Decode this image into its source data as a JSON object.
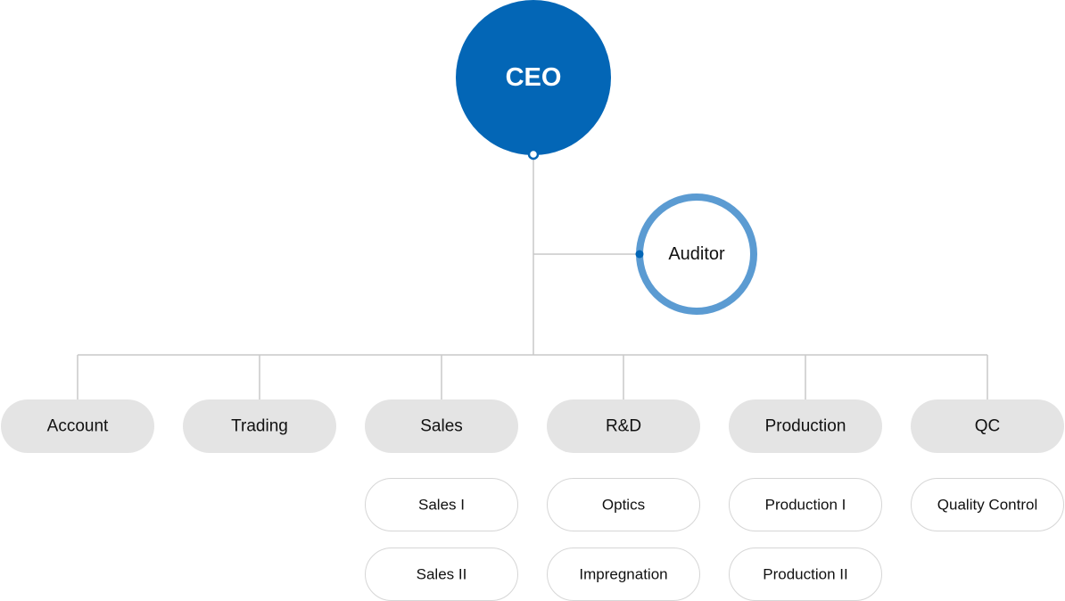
{
  "ceo": {
    "label": "CEO"
  },
  "auditor": {
    "label": "Auditor"
  },
  "departments": [
    {
      "label": "Account",
      "units": []
    },
    {
      "label": "Trading",
      "units": []
    },
    {
      "label": "Sales",
      "units": [
        "Sales I",
        "Sales II"
      ]
    },
    {
      "label": "R&D",
      "units": [
        "Optics",
        "Impregnation"
      ]
    },
    {
      "label": "Production",
      "units": [
        "Production I",
        "Production II"
      ]
    },
    {
      "label": "QC",
      "units": [
        "Quality Control"
      ]
    }
  ],
  "colors": {
    "ceo_fill": "#0366b6",
    "auditor_ring": "#5b9bd2",
    "department_fill": "#e4e4e4",
    "unit_border": "#d6d6d6",
    "connector": "#c8c8c8"
  }
}
